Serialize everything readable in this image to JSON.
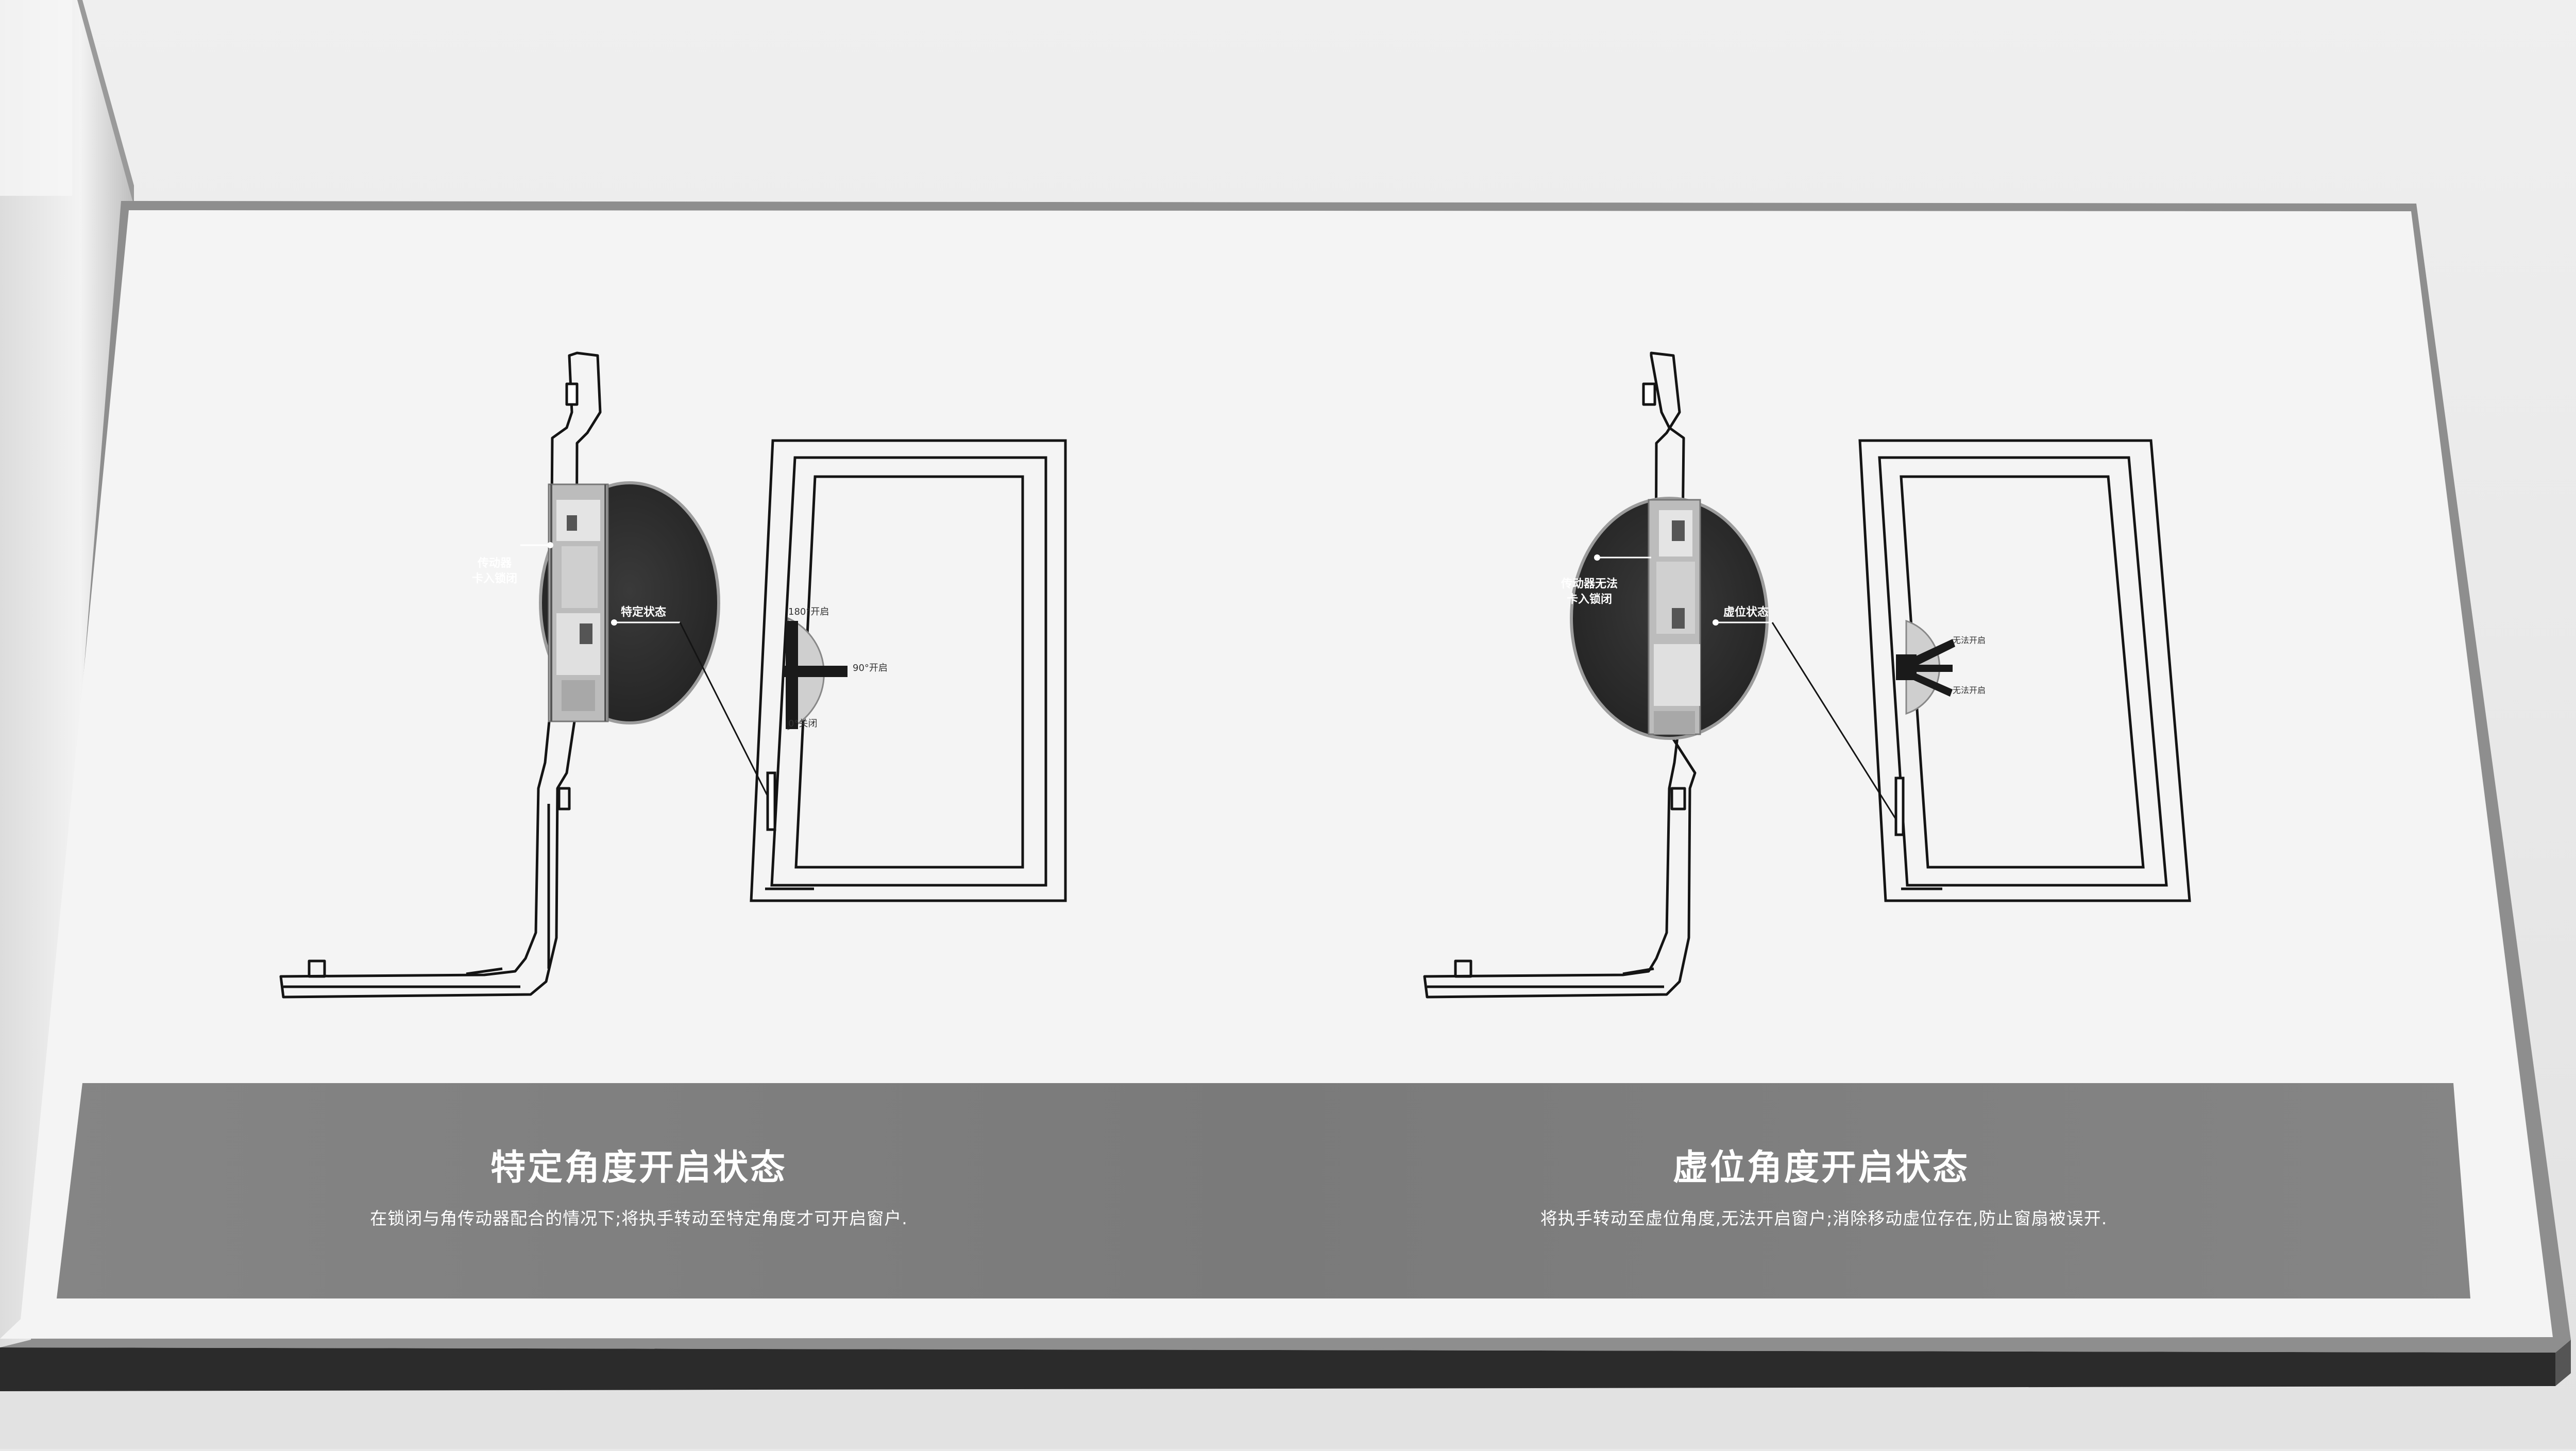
{
  "left_panel": {
    "title": "特定角度开启状态",
    "description": "在锁闭与角传动器配合的情况下;将执手转动至特定角度才可开启窗户.",
    "callout_actuator": [
      "传动器",
      "卡入锁闭"
    ],
    "callout_state": "特定状态",
    "angle_labels": {
      "open_180": "180°开启",
      "open_90": "90°开启",
      "closed_0": "0°关闭"
    }
  },
  "right_panel": {
    "title": "虚位角度开启状态",
    "description": "将执手转动至虚位角度,无法开启窗户;消除移动虚位存在,防止窗扇被误开.",
    "callout_actuator": [
      "传动器无法",
      "卡入锁闭"
    ],
    "callout_state": "虚位状态",
    "angle_labels": {
      "cannot_open_top": "无法开启",
      "cannot_open_bottom": "无法开启"
    }
  },
  "colors": {
    "board": "#f4f4f4",
    "caption_band": "#7c7c7c",
    "magnifier": "#2e2e2e",
    "line": "#141414"
  }
}
